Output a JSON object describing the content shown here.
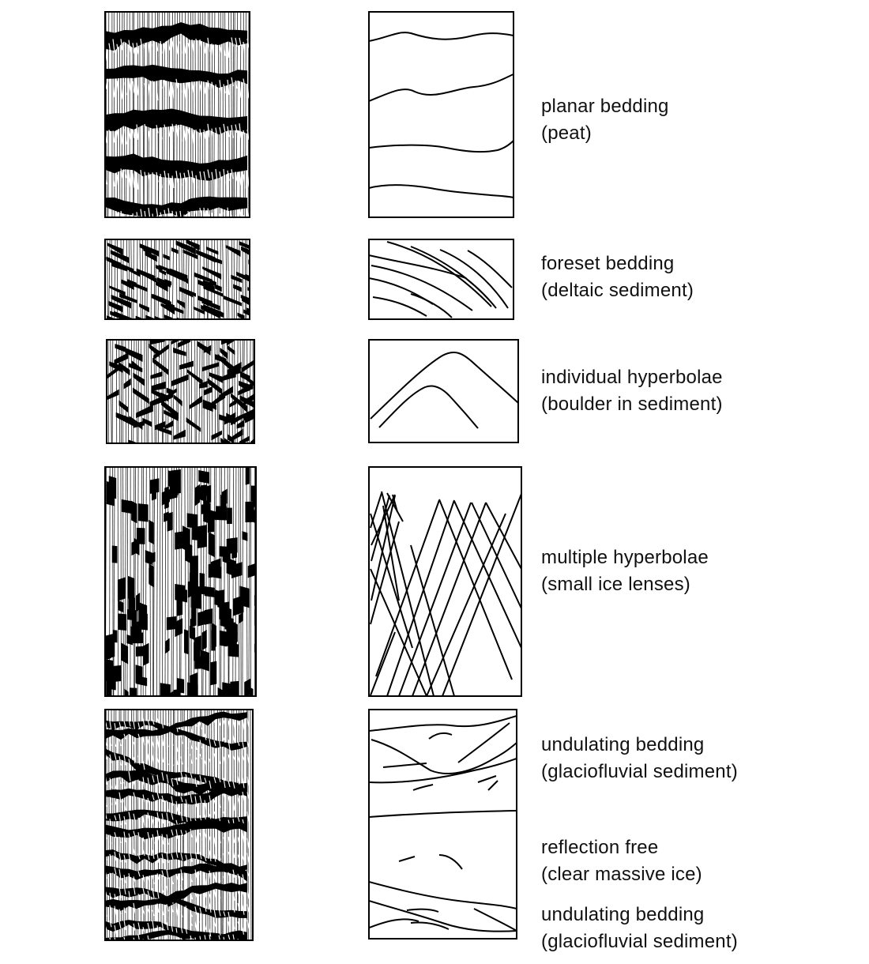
{
  "colors": {
    "ink": "#000000",
    "paper": "#ffffff"
  },
  "rows": [
    {
      "id": "planar",
      "title": "planar bedding",
      "subtitle": "(peat)",
      "pattern": "planar-bands"
    },
    {
      "id": "foreset",
      "title": "foreset bedding",
      "subtitle": "(deltaic sediment)",
      "pattern": "inclined-streaks"
    },
    {
      "id": "individual-hyperbolae",
      "title": "individual hyperbolae",
      "subtitle": "(boulder in sediment)",
      "pattern": "chaotic-streaks"
    },
    {
      "id": "multiple-hyperbolae",
      "title": "multiple hyperbolae",
      "subtitle": "(small ice lenses)",
      "pattern": "chaotic-blocks"
    },
    {
      "id": "undulating-1",
      "title": "undulating bedding",
      "subtitle": "(glaciofluvial sediment)",
      "pattern": "undulating"
    },
    {
      "id": "reflection-free",
      "title": "reflection free",
      "subtitle": "(clear massive  ice)",
      "pattern": "sparse"
    },
    {
      "id": "undulating-2",
      "title": "undulating bedding",
      "subtitle": "(glaciofluvial sediment)",
      "pattern": "undulating"
    }
  ]
}
